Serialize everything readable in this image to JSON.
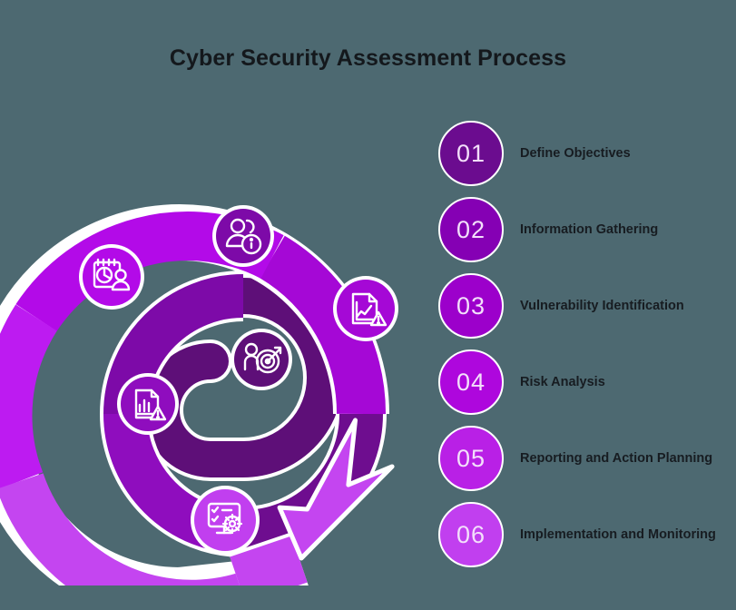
{
  "page": {
    "title": "Cyber Security Assessment Process",
    "background_color": "#4d6971",
    "title_color": "#14181c",
    "label_color": "#171c21",
    "outline_color": "#ffffff"
  },
  "legend": {
    "items": [
      {
        "number": "01",
        "label": "Define Objectives",
        "color": "#6b0c8f",
        "icon": "calendar-pie-chart-person-icon"
      },
      {
        "number": "02",
        "label": "Information Gathering",
        "color": "#8500b4",
        "icon": "people-info-icon"
      },
      {
        "number": "03",
        "label": "Vulnerability Identification",
        "color": "#9c00cb",
        "icon": "document-line-chart-warning-icon"
      },
      {
        "number": "04",
        "label": "Risk Analysis",
        "color": "#ae07dd",
        "icon": "document-bar-chart-warning-icon"
      },
      {
        "number": "05",
        "label": "Reporting and Action Planning",
        "color": "#b920e6",
        "icon": "person-target-dart-icon"
      },
      {
        "number": "06",
        "label": "Implementation and Monitoring",
        "color": "#c13fef",
        "icon": "checklist-gear-monitor-icon"
      }
    ]
  },
  "spiral": {
    "description": "Six-segment purple spiral arrow flowing outward, each segment carrying one process step icon",
    "arrow_color": "#c445f0",
    "segments": [
      {
        "step": "01",
        "color": "#6b0c8f",
        "icon": "calendar-pie-chart-person-icon"
      },
      {
        "step": "02",
        "color": "#8500b4",
        "icon": "people-info-icon"
      },
      {
        "step": "03",
        "color": "#9c00cb",
        "icon": "document-line-chart-warning-icon"
      },
      {
        "step": "04",
        "color": "#ae07dd",
        "icon": "document-bar-chart-warning-icon"
      },
      {
        "step": "05",
        "color": "#b920e6",
        "icon": "person-target-dart-icon"
      },
      {
        "step": "06",
        "color": "#c13fef",
        "icon": "checklist-gear-monitor-icon"
      }
    ]
  }
}
